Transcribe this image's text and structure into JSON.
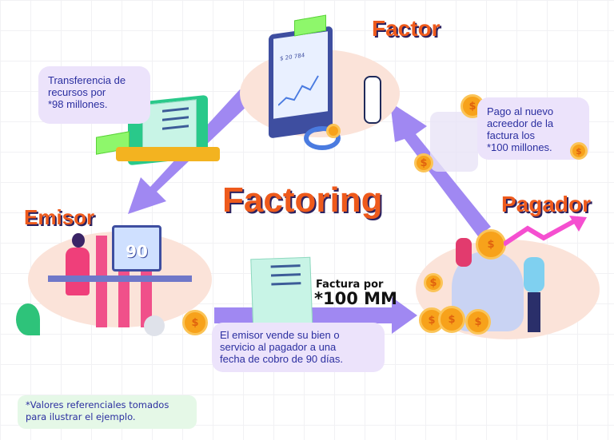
{
  "titles": {
    "main": "Factoring",
    "factor": "Factor",
    "emisor": "Emisor",
    "pagador": "Pagador"
  },
  "bubbles": {
    "transferencia": [
      "Transferencia de",
      "recursos por",
      "*98 millones."
    ],
    "pago": [
      "Pago al nuevo",
      "acreedor de la",
      "factura los",
      "*100 millones."
    ],
    "emisor_vende": [
      "El emisor vende su bien o",
      "servicio al pagador a una",
      "fecha de cobro de 90 días."
    ]
  },
  "invoice": {
    "line1": "Factura por",
    "line2": "*100 MM"
  },
  "screen": {
    "amount": "$ 20 784"
  },
  "calendar": {
    "day": "90"
  },
  "coin_symbol": "$",
  "footnote": [
    "*Valores referenciales tomados",
    "para ilustrar el ejemplo."
  ],
  "colors": {
    "title": "#ee5a1c",
    "arrow": "#a088f2",
    "bubble": "#ece3fb",
    "text": "#2b2fa0",
    "footnote_bg": "#e5f8e7"
  }
}
